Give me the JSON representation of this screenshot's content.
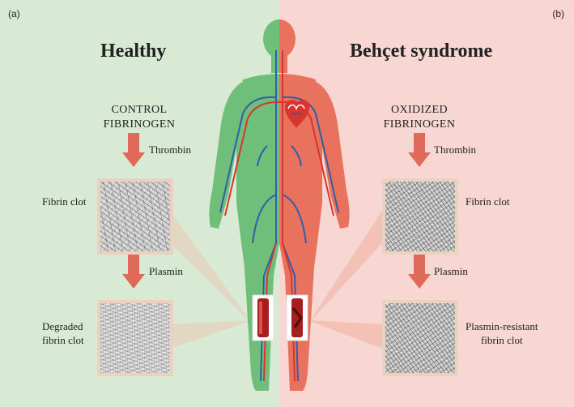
{
  "panels": {
    "left": {
      "letter": "(a)",
      "title": "Healthy",
      "fibrinogen": [
        "CONTROL",
        "FIBRINOGEN"
      ],
      "enzyme1": "Thrombin",
      "clot": "Fibrin clot",
      "enzyme2": "Plasmin",
      "result": [
        "Degraded",
        "fibrin clot"
      ]
    },
    "right": {
      "letter": "(b)",
      "title": "Behçet syndrome",
      "fibrinogen": [
        "OXIDIZED",
        "FIBRINOGEN"
      ],
      "enzyme1": "Thrombin",
      "clot": "Fibrin clot",
      "enzyme2": "Plasmin",
      "result": [
        "Plasmin-resistant",
        "fibrin clot"
      ]
    }
  },
  "colors": {
    "healthy_bg": "#d8ead3",
    "disease_bg": "#f8d7d3",
    "arrow": "#e06a5a",
    "body_healthy": "#6fbf7a",
    "body_disease": "#e8725e",
    "vein": "#2f5fa8",
    "artery": "#d8352e"
  },
  "icons": [
    "down-arrow",
    "human-body-silhouette",
    "heart",
    "vessel-inset",
    "fibrin-micrograph"
  ]
}
